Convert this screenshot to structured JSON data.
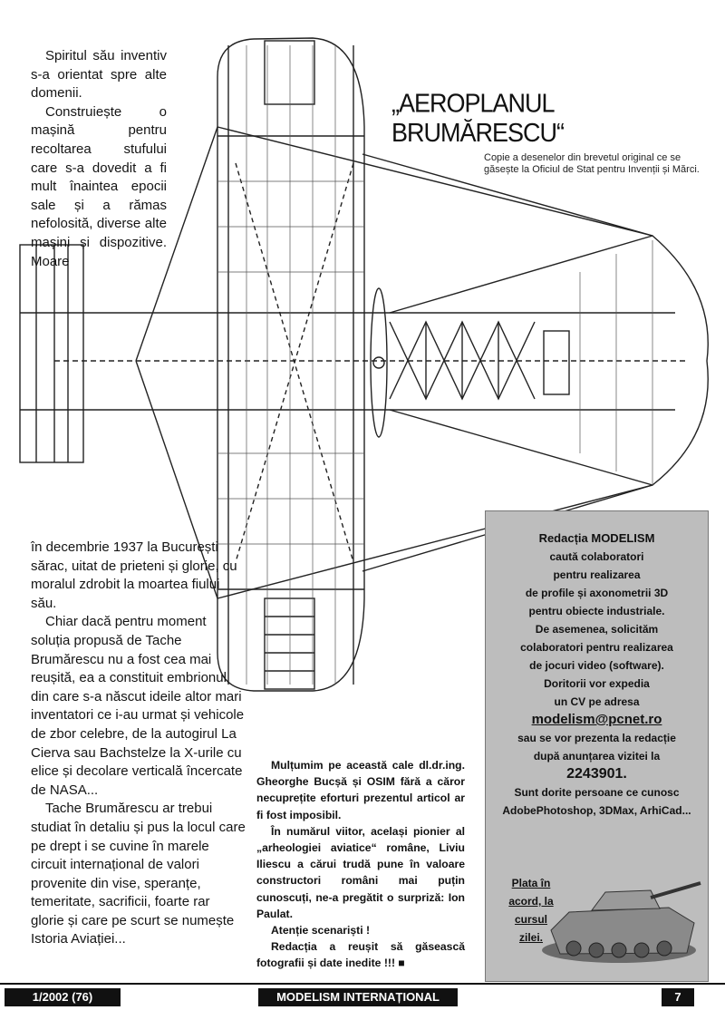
{
  "title": "„AEROPLANUL BRUMĂRESCU“",
  "caption": "Copie a desenelor din brevetul original ce se găsește la Oficiul de Stat pentru Invenții și Mărci.",
  "col1_top": [
    "Spiritul său inventiv s-a orientat spre alte domenii.",
    "Construiește o mașină pentru recoltarea stufului care s-a dovedit a fi mult înaintea epocii sale și a rămas nefolosită, diverse alte mașini și dispozitive. Moare"
  ],
  "col1_bottom": [
    "în decembrie 1937 la București sărac, uitat de prieteni și glorie, cu moralul zdrobit la moartea fiului său.",
    "Chiar dacă pentru moment soluția propusă de Tache Brumărescu nu a fost cea mai reușită, ea a constituit embrionul din care s-a născut ideile altor mari inventatori ce i-au urmat și vehicole de zbor celebre, de la autogirul La Cierva sau Bachstelze la X-urile cu elice și decolare verticală încercate de NASA...",
    "Tache Brumărescu ar trebui studiat în detaliu și pus la locul care pe drept i se cuvine în marele circuit internațional de valori provenite din vise, speranțe, temeritate, sacrificii, foarte rar glorie și care pe scurt se numește Istoria Aviației..."
  ],
  "col2": [
    "Mulțumim pe această cale dl.dr.ing. Gheorghe Bucșă și OSIM fără a căror necuprețite eforturi prezentul articol ar fi fost imposibil.",
    "În numărul viitor, același pionier al „arheologiei aviatice“ române, Liviu Iliescu a cărui trudă pune în valoare constructori români mai puțin cunoscuți, ne-a pregătit o surpriză: Ion Paulat.",
    "Atenție scenariști !",
    "Redacția a reușit să găsească fotografii și date inedite !!! ■"
  ],
  "ad": {
    "lines": [
      "Redacția MODELISM",
      "caută colaboratori",
      "pentru realizarea",
      "de profile și axonometrii 3D",
      "pentru obiecte industriale.",
      "De asemenea, solicităm",
      "colaboratori pentru realizarea",
      "de jocuri video (software).",
      "Doritorii vor expedia",
      "un CV pe adresa"
    ],
    "email": "modelism@pcnet.ro",
    "lines2": [
      "sau se vor prezenta la redacție",
      "după anunțarea vizitei la"
    ],
    "phone": "2243901.",
    "lines3": [
      "Sunt dorite persoane ce cunosc",
      "AdobePhotoshop, 3DMax, ArhiCad..."
    ],
    "tank_text": [
      "Plata în",
      "acord, la",
      "cursul",
      "zilei."
    ]
  },
  "footer": {
    "issue": "1/2002 (76)",
    "magazine": "MODELISM INTERNAȚIONAL",
    "page": "7"
  },
  "colors": {
    "ad_bg": "#bdbdbd",
    "footer_bg": "#111111",
    "ink": "#141414"
  }
}
